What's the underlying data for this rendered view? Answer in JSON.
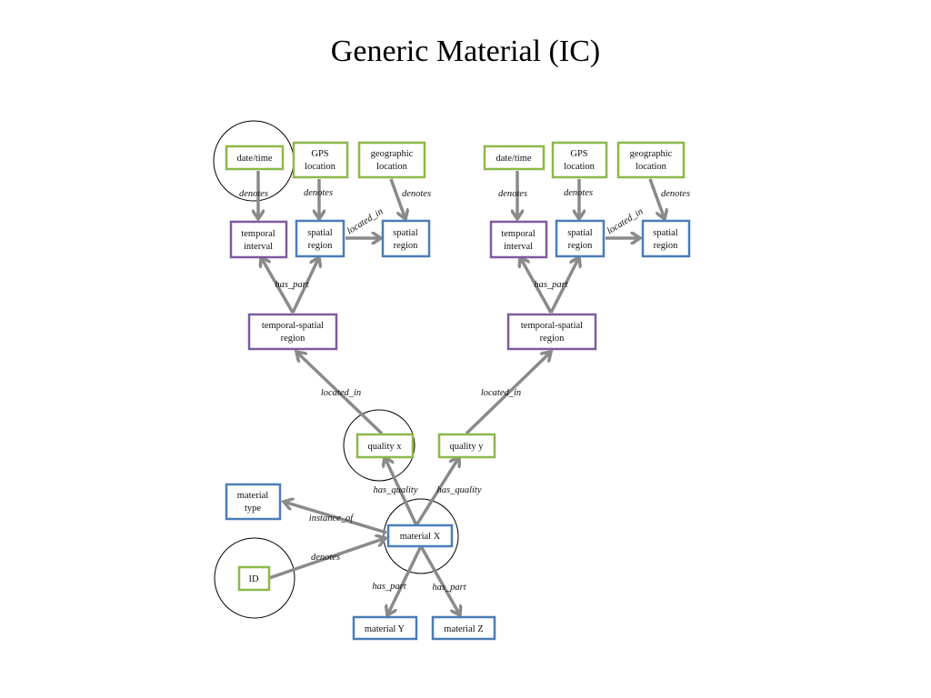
{
  "title": "Generic Material (IC)",
  "nodes": {
    "dt_l": "date/time",
    "gps_l": [
      "GPS",
      "location"
    ],
    "geo_l": [
      "geographic",
      "location"
    ],
    "ti_l": [
      "temporal",
      "interval"
    ],
    "sr1_l": [
      "spatial",
      "region"
    ],
    "sr2_l": [
      "spatial",
      "region"
    ],
    "tsr_l": [
      "temporal-spatial",
      "region"
    ],
    "dt_r": "date/time",
    "gps_r": [
      "GPS",
      "location"
    ],
    "geo_r": [
      "geographic",
      "location"
    ],
    "ti_r": [
      "temporal",
      "interval"
    ],
    "sr1_r": [
      "spatial",
      "region"
    ],
    "sr2_r": [
      "spatial",
      "region"
    ],
    "tsr_r": [
      "temporal-spatial",
      "region"
    ],
    "qx": "quality x",
    "qy": "quality y",
    "mt": [
      "material",
      "type"
    ],
    "mx": "material X",
    "id": "ID",
    "my": "material Y",
    "mz": "material Z"
  },
  "labels": {
    "denotes": "denotes",
    "located_in": "located_in",
    "has_part": "has_part",
    "has_quality": "has_quality",
    "instance_of": "instance_of"
  }
}
